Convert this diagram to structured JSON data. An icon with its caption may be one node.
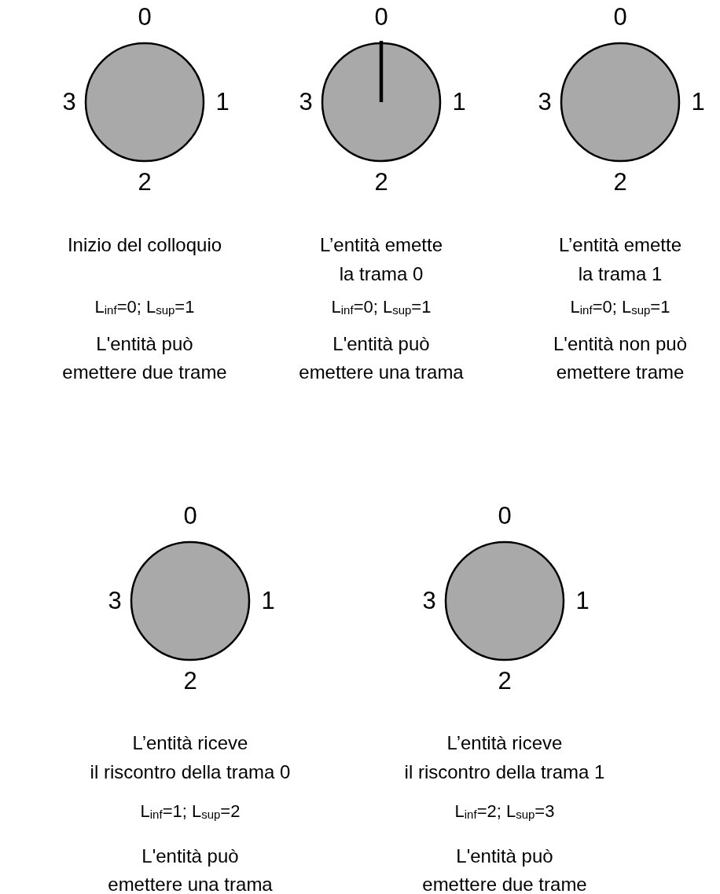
{
  "diagram": {
    "nodes": [
      {
        "text": [],
        "shape": "circle",
        "beside": [
          "0",
          "3",
          "1",
          "2",
          "Inizio del colloquio",
          "L$_{inf}$=0; L$_{sup}$=1",
          "L'entità può emettere due trame"
        ]
      },
      {
        "text": [],
        "shape": "circle",
        "beside": [
          "0",
          "3",
          "1",
          "2",
          "L’entità emette la trama 0",
          "L$_{inf}$=0; L$_{sup}$=1",
          "L'entità può emettere una trama"
        ]
      },
      {
        "text": [],
        "shape": "circle",
        "beside": [
          "0",
          "3",
          "1",
          "2",
          "L’entità emette la trama 1",
          "L$_{inf}$=0; L$_{sup}$=1",
          "L'entità non può emettere trame"
        ]
      },
      {
        "text": [],
        "shape": "circle",
        "beside": [
          "0",
          "3",
          "1",
          "2",
          "L’entità riceve il riscontro della trama 0",
          "L$_{inf}$=1; L$_{sup}$=2",
          "L'entità può emettere una trama"
        ]
      },
      {
        "text": [],
        "shape": "circle",
        "beside": [
          "0",
          "3",
          "1",
          "2",
          "L’entità riceve il riscontro della trama 1",
          "L$_{inf}$=2; L$_{sup}$=3",
          "L'entità può emettere due trame"
        ]
      }
    ]
  }
}
